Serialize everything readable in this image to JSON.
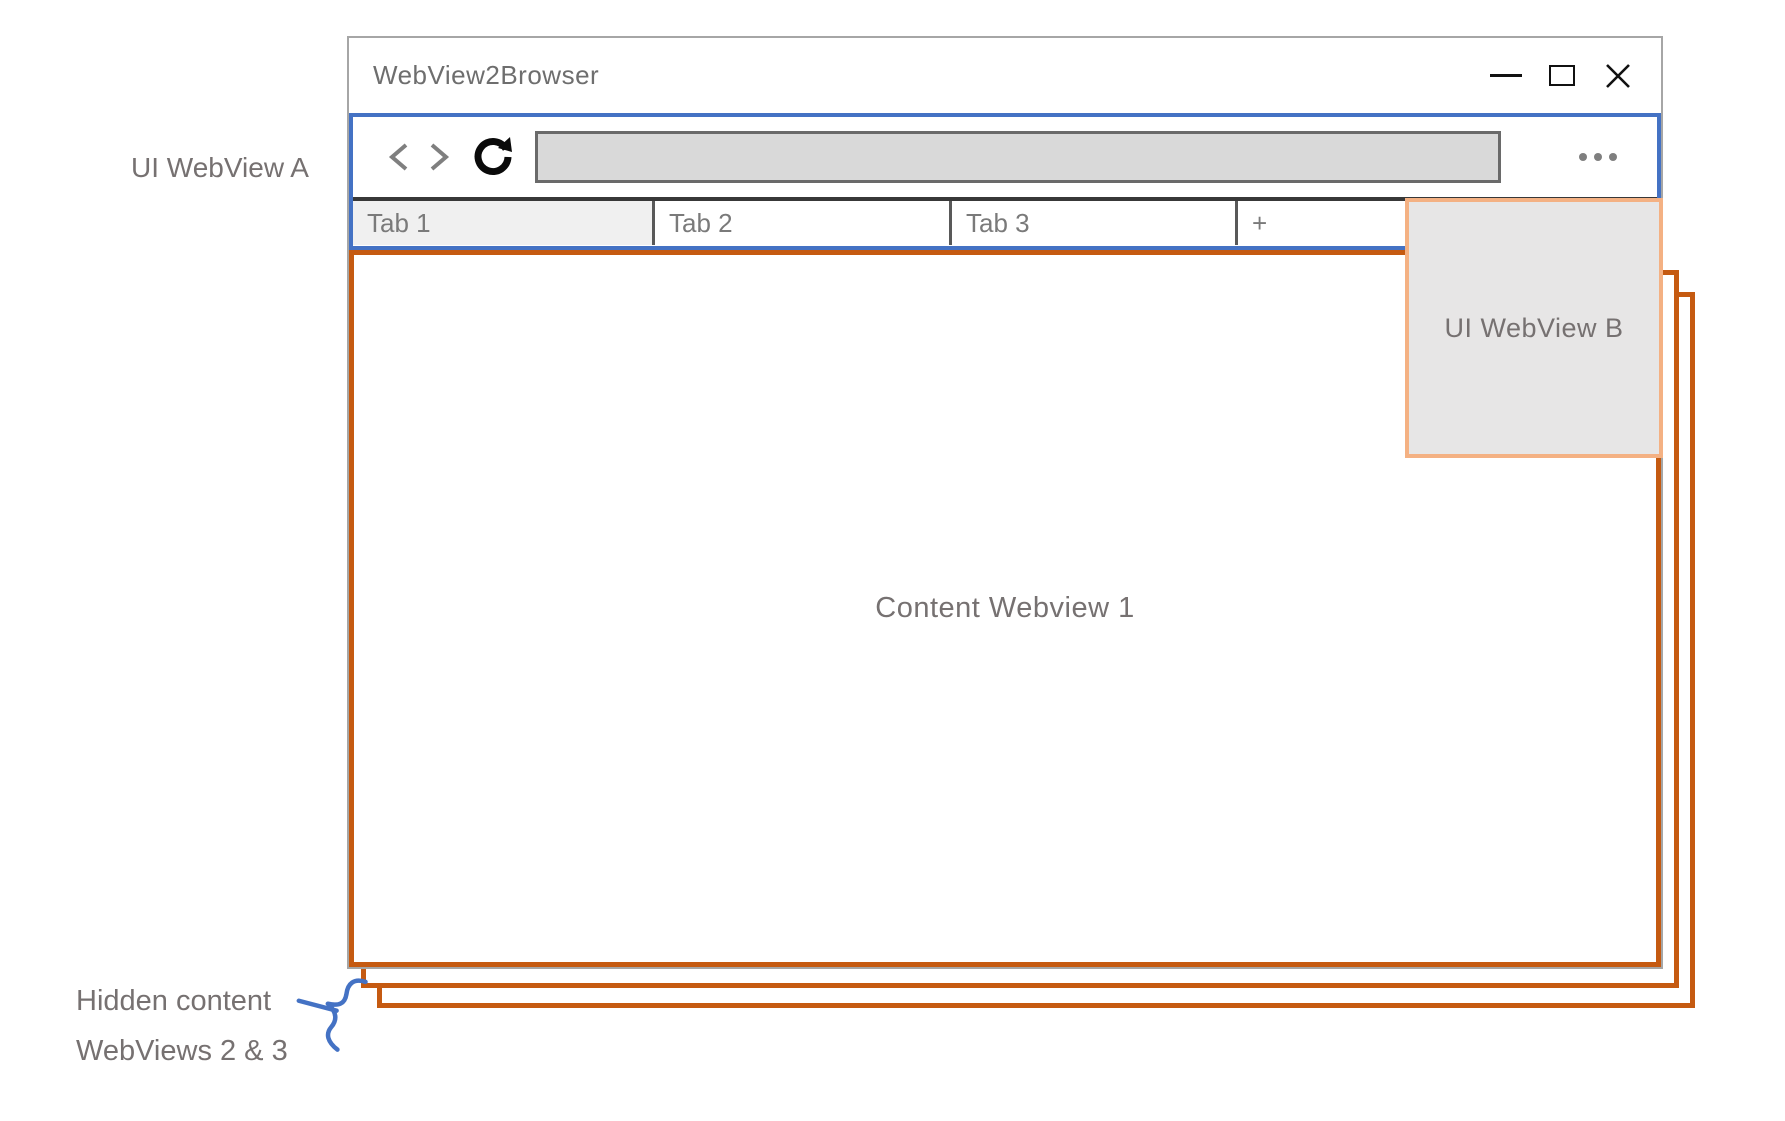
{
  "window": {
    "title": "WebView2Browser",
    "controls": {
      "minimize_icon": "minimize-icon",
      "maximize_icon": "maximize-icon",
      "close_icon": "close-icon"
    }
  },
  "toolbar": {
    "back_icon": "back-chevron-icon",
    "forward_icon": "forward-chevron-icon",
    "reload_icon": "reload-icon",
    "menu_icon": "ellipsis-menu-icon",
    "address_bar": {
      "value": "",
      "placeholder": ""
    }
  },
  "tabs": [
    {
      "label": "Tab 1",
      "active": true
    },
    {
      "label": "Tab 2",
      "active": false
    },
    {
      "label": "Tab 3",
      "active": false
    },
    {
      "label": "+",
      "active": false
    }
  ],
  "content": {
    "label": "Content Webview 1"
  },
  "annotations": {
    "ui_webview_a": "UI WebView A",
    "ui_webview_b": "UI WebView B",
    "hidden_line1": "Hidden content",
    "hidden_line2": "WebViews 2 & 3",
    "brace_icon": "curly-brace-callout-icon"
  },
  "colors": {
    "ui_webview_border": "#4472C4",
    "content_webview_border": "#C55A11",
    "ui_webview_b_border": "#F4B183",
    "ui_webview_b_fill": "#E7E6E6",
    "window_border": "#A6A6A6",
    "active_tab_fill": "#F0F0F0",
    "address_bar_fill": "#D9D9D9",
    "annotation_text": "#767171",
    "brace_stroke": "#4472C4"
  }
}
